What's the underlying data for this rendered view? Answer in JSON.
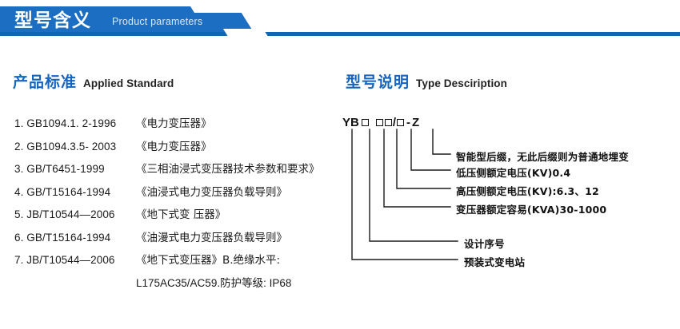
{
  "banner": {
    "title_cn": "型号含义",
    "title_en": "Product parameters",
    "bar_color": "#1b6ec2",
    "underline_color": "#0f67b3"
  },
  "sections": {
    "standard": {
      "title_cn": "产品标准",
      "title_en": "Applied Standard",
      "accent_color": "#1565c0"
    },
    "type": {
      "title_cn": "型号说明",
      "title_en": "Type Desciription",
      "accent_color": "#1565c0"
    }
  },
  "standards": [
    {
      "code": "1. GB1094.1. 2-1996",
      "name": "《电力变压器》"
    },
    {
      "code": "2. GB1094.3.5- 2003",
      "name": "《电力变压器》"
    },
    {
      "code": "3. GB/T6451-1999",
      "name": "《三相油浸式变压器技术参数和要求》"
    },
    {
      "code": "4. GB/T15164-1994",
      "name": "《油浸式电力变压器负载导则》"
    },
    {
      "code": "5. JB/T10544—2006",
      "name": "《地下式变 压器》"
    },
    {
      "code": "6. GB/T15164-1994",
      "name": "《油漫式电力变压器负载导则》"
    },
    {
      "code": "7. JB/T10544—2006",
      "name": "《地下式变压器》B.绝缘水平:"
    }
  ],
  "standards_continuation": "L175AC35/AC59.防护等级: IP68",
  "type_code": {
    "prefix": "YB",
    "separator": "/",
    "dash": "-",
    "suffix": "Z",
    "box_glyph": "□"
  },
  "type_labels": [
    {
      "text": "智能型后缀，无此后缀则为普通地埋变"
    },
    {
      "text": "低压侧额定电压(KV)0.4"
    },
    {
      "text": "高压侧额定电压(KV):6.3、12"
    },
    {
      "text": "变压器额定容易(KVA)30-1000"
    },
    {
      "text": "设计序号"
    },
    {
      "text": "预装式变电站"
    }
  ]
}
